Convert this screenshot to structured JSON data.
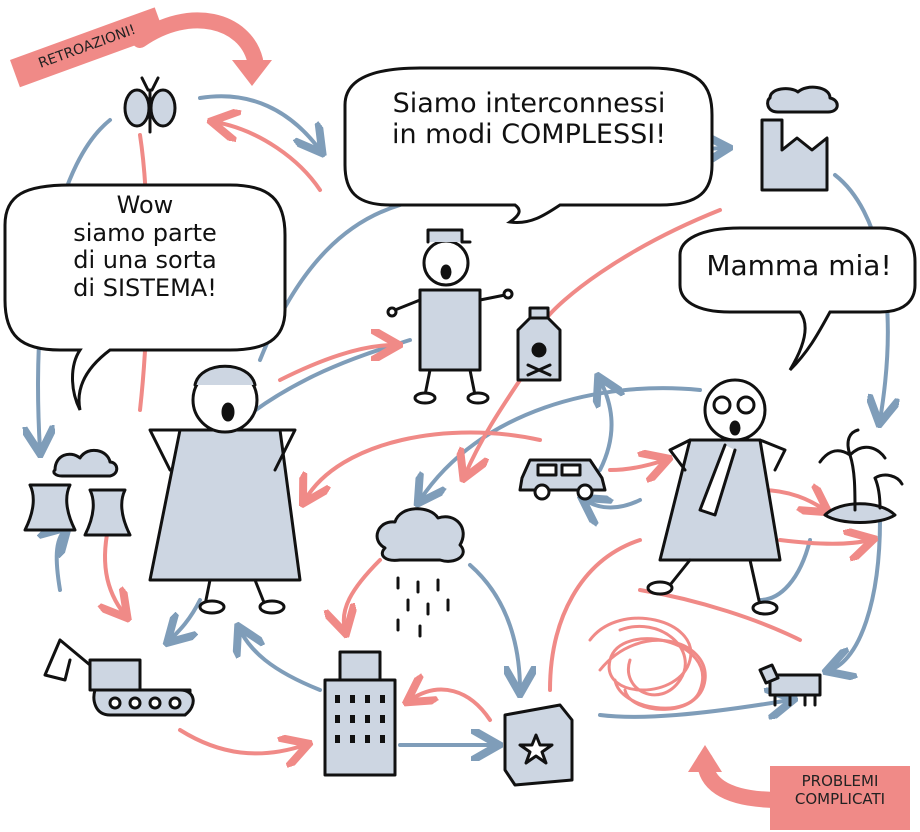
{
  "bubbles": {
    "center": [
      "Siamo interconnessi",
      "in modi COMPLESSI!"
    ],
    "left": [
      "Wow",
      "siamo parte",
      "di una sorta",
      "di SISTEMA!"
    ],
    "right": [
      "Mamma mia!"
    ]
  },
  "tags": {
    "top_left": "RETROAZIONI!",
    "bottom_right": [
      "PROBLEMI",
      "COMPLICATI"
    ]
  },
  "colors": {
    "blue": "#7f9db9",
    "red": "#f08a87",
    "fill": "#cdd6e2",
    "ink": "#111111"
  },
  "icons": [
    "butterfly-icon",
    "factory-icon",
    "poison-bottle-icon",
    "car-icon",
    "palm-island-icon",
    "rain-cloud-icon",
    "power-plant-icon",
    "excavator-icon",
    "office-building-icon",
    "box-icon",
    "tangle-icon",
    "cow-icon"
  ]
}
